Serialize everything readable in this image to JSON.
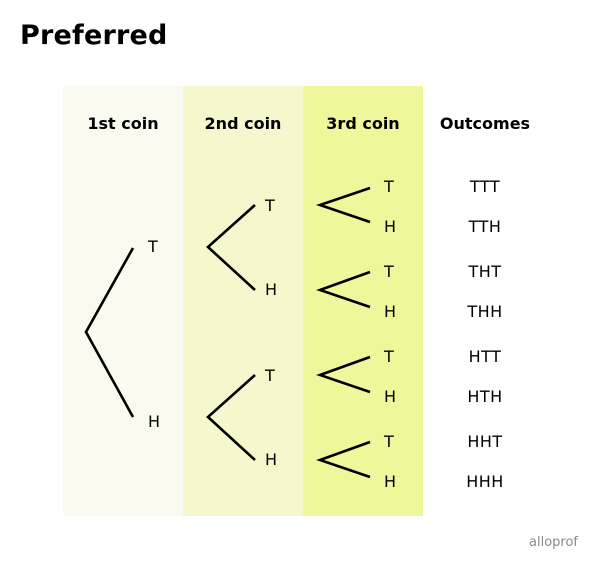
{
  "title": "Preferred",
  "columns": [
    {
      "label": "1st coin",
      "color": "#fafaf0"
    },
    {
      "label": "2nd coin",
      "color": "#f6f7cc"
    },
    {
      "label": "3rd coin",
      "color": "#eff79a"
    },
    {
      "label": "Outcomes"
    }
  ],
  "tree": {
    "level1": [
      "T",
      "H"
    ],
    "level2": [
      "T",
      "H",
      "T",
      "H"
    ],
    "level3": [
      "T",
      "H",
      "T",
      "H",
      "T",
      "H",
      "T",
      "H"
    ]
  },
  "outcomes": [
    "TTT",
    "TTH",
    "THT",
    "THH",
    "HTT",
    "HTH",
    "HHT",
    "HHH"
  ],
  "logo": "alloprof"
}
